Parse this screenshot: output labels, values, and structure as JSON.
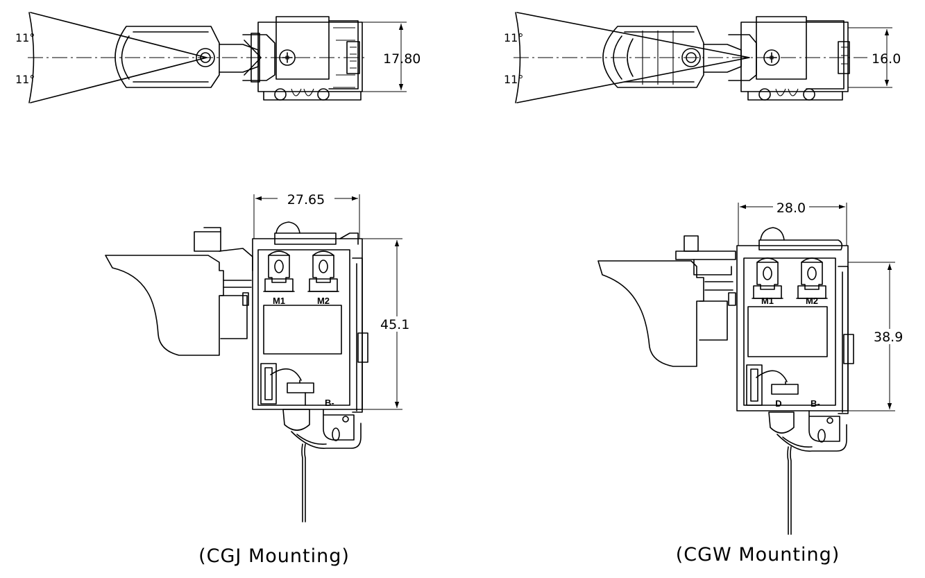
{
  "left_top_view": {
    "angle_top": "11°",
    "angle_bottom": "11°",
    "height_dim": "17.80"
  },
  "right_top_view": {
    "angle_top": "11°",
    "angle_bottom": "11°",
    "height_dim": "16.0"
  },
  "left_side_view": {
    "width_dim": "27.65",
    "height_dim": "45.1",
    "terminal_m1": "M1",
    "terminal_m2": "M2",
    "terminal_b": "B-",
    "caption": "(CGJ Mounting)"
  },
  "right_side_view": {
    "width_dim": "28.0",
    "height_dim": "38.9",
    "terminal_m1": "M1",
    "terminal_m2": "M2",
    "terminal_d": "D",
    "terminal_b": "B-",
    "caption": "(CGW Mounting)"
  }
}
